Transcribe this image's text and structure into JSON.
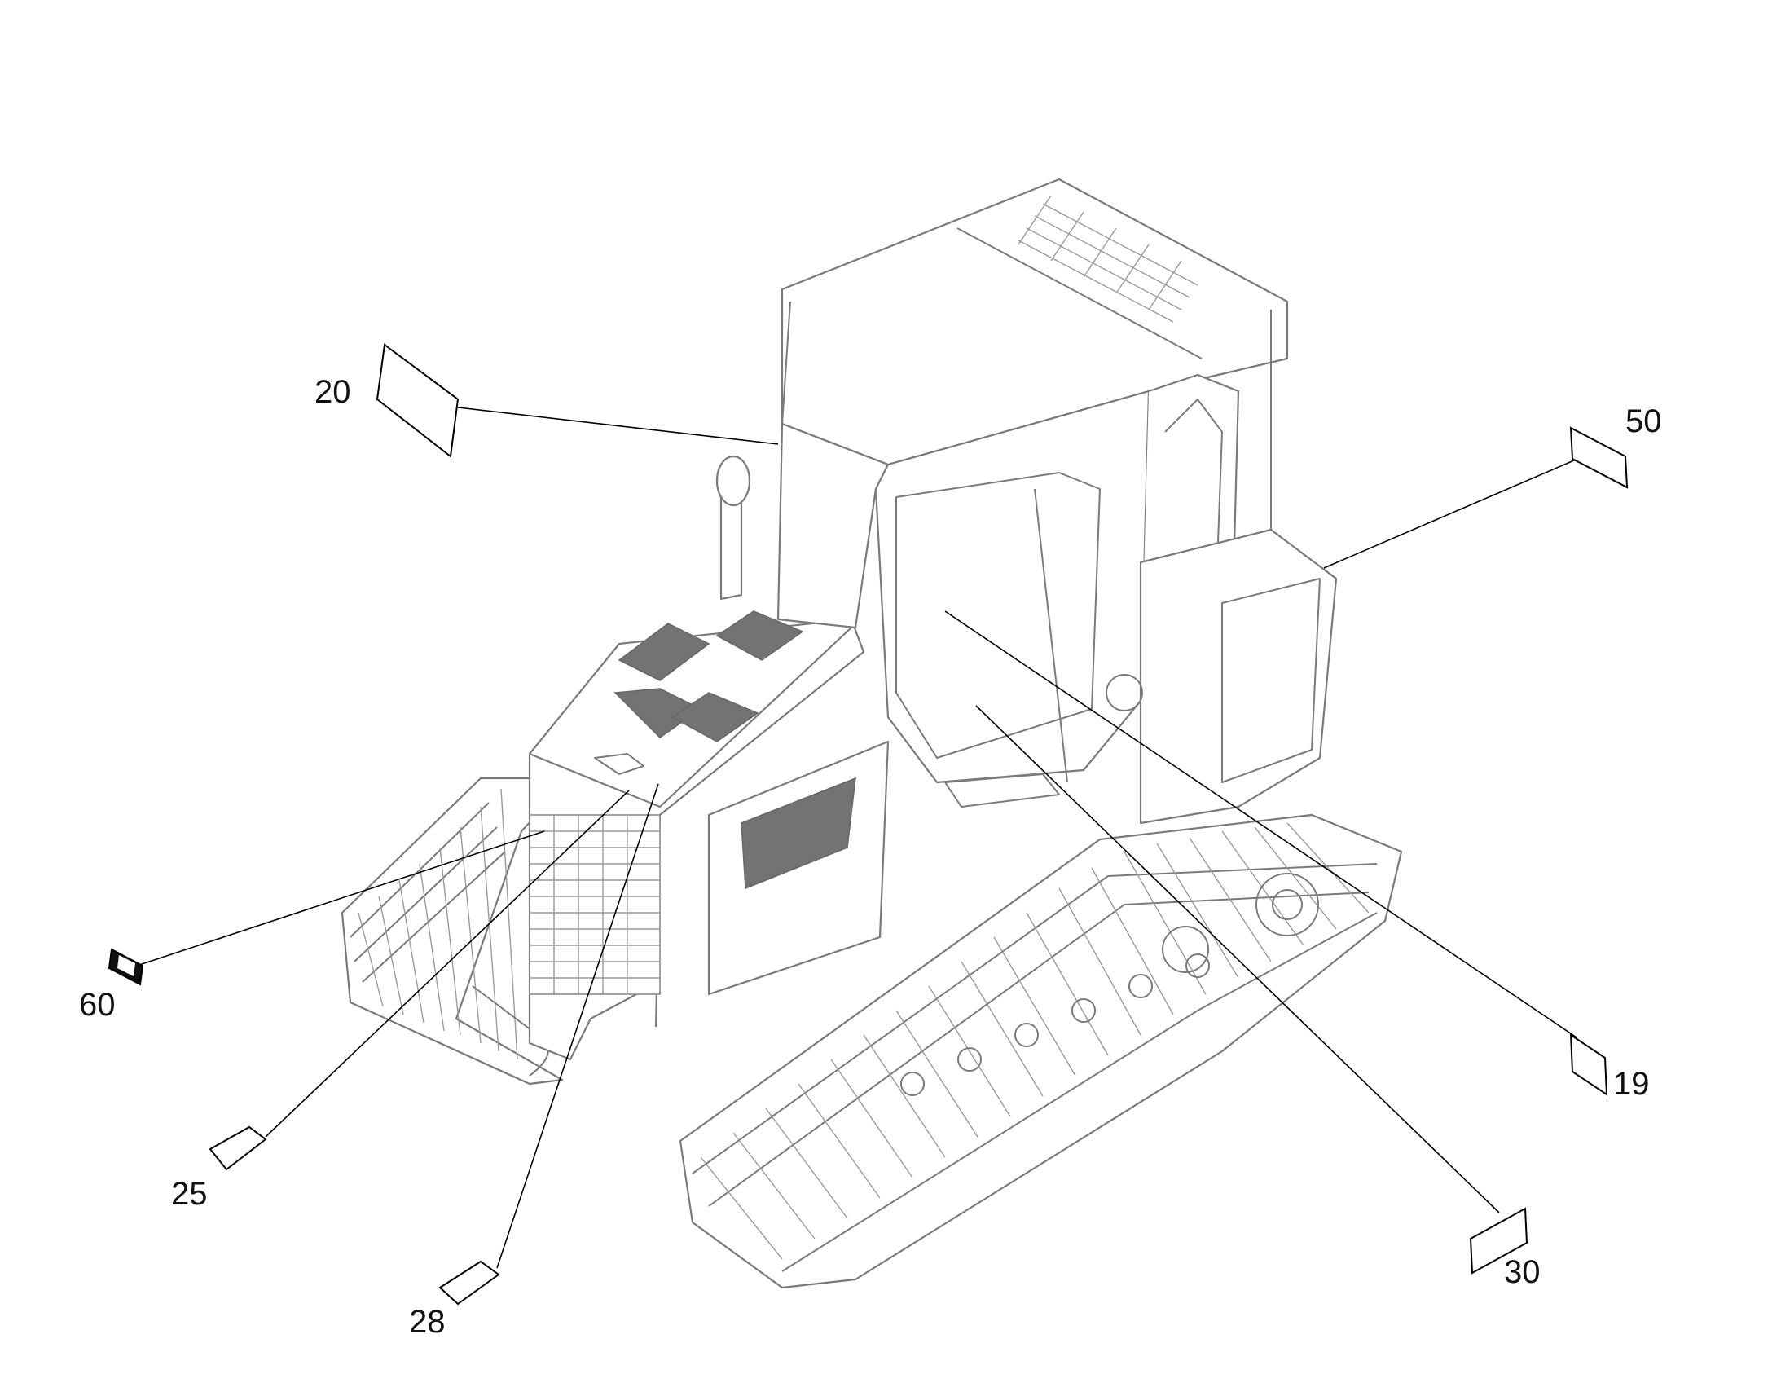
{
  "callouts": [
    {
      "id": "c20",
      "label": "20"
    },
    {
      "id": "c50",
      "label": "50"
    },
    {
      "id": "c60",
      "label": "60"
    },
    {
      "id": "c25",
      "label": "25"
    },
    {
      "id": "c28",
      "label": "28"
    },
    {
      "id": "c19",
      "label": "19"
    },
    {
      "id": "c30",
      "label": "30"
    }
  ]
}
